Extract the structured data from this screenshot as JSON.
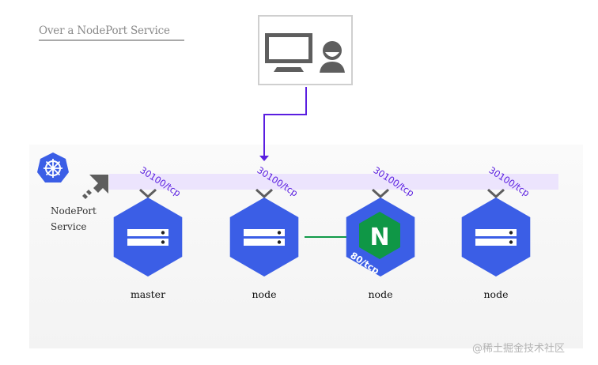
{
  "title": "Over a NodePort Service",
  "client": {
    "icons": [
      "monitor-icon",
      "user-icon"
    ]
  },
  "service": {
    "logo": "kubernetes-helm-icon",
    "label_line1": "NodePort",
    "label_line2": "Service",
    "arrow_icon": "ingress-arrow-icon"
  },
  "nodes": [
    {
      "label": "master",
      "port": "30100/tcp",
      "content": "server-icon"
    },
    {
      "label": "node",
      "port": "30100/tcp",
      "content": "server-icon"
    },
    {
      "label": "node",
      "port": "30100/tcp",
      "content": "nginx-pod-icon",
      "pod_letter": "N",
      "pod_port": "80/tcp"
    },
    {
      "label": "node",
      "port": "30100/tcp",
      "content": "server-icon"
    }
  ],
  "colors": {
    "node_blue": "#3b5ee6",
    "port_purple": "#5a1ee0",
    "band": "#ece4fd",
    "nginx_green": "#0f9746",
    "route_green": "#119a49",
    "icon_gray": "#5e5e5e"
  },
  "watermark": "@稀土掘金技术社区"
}
